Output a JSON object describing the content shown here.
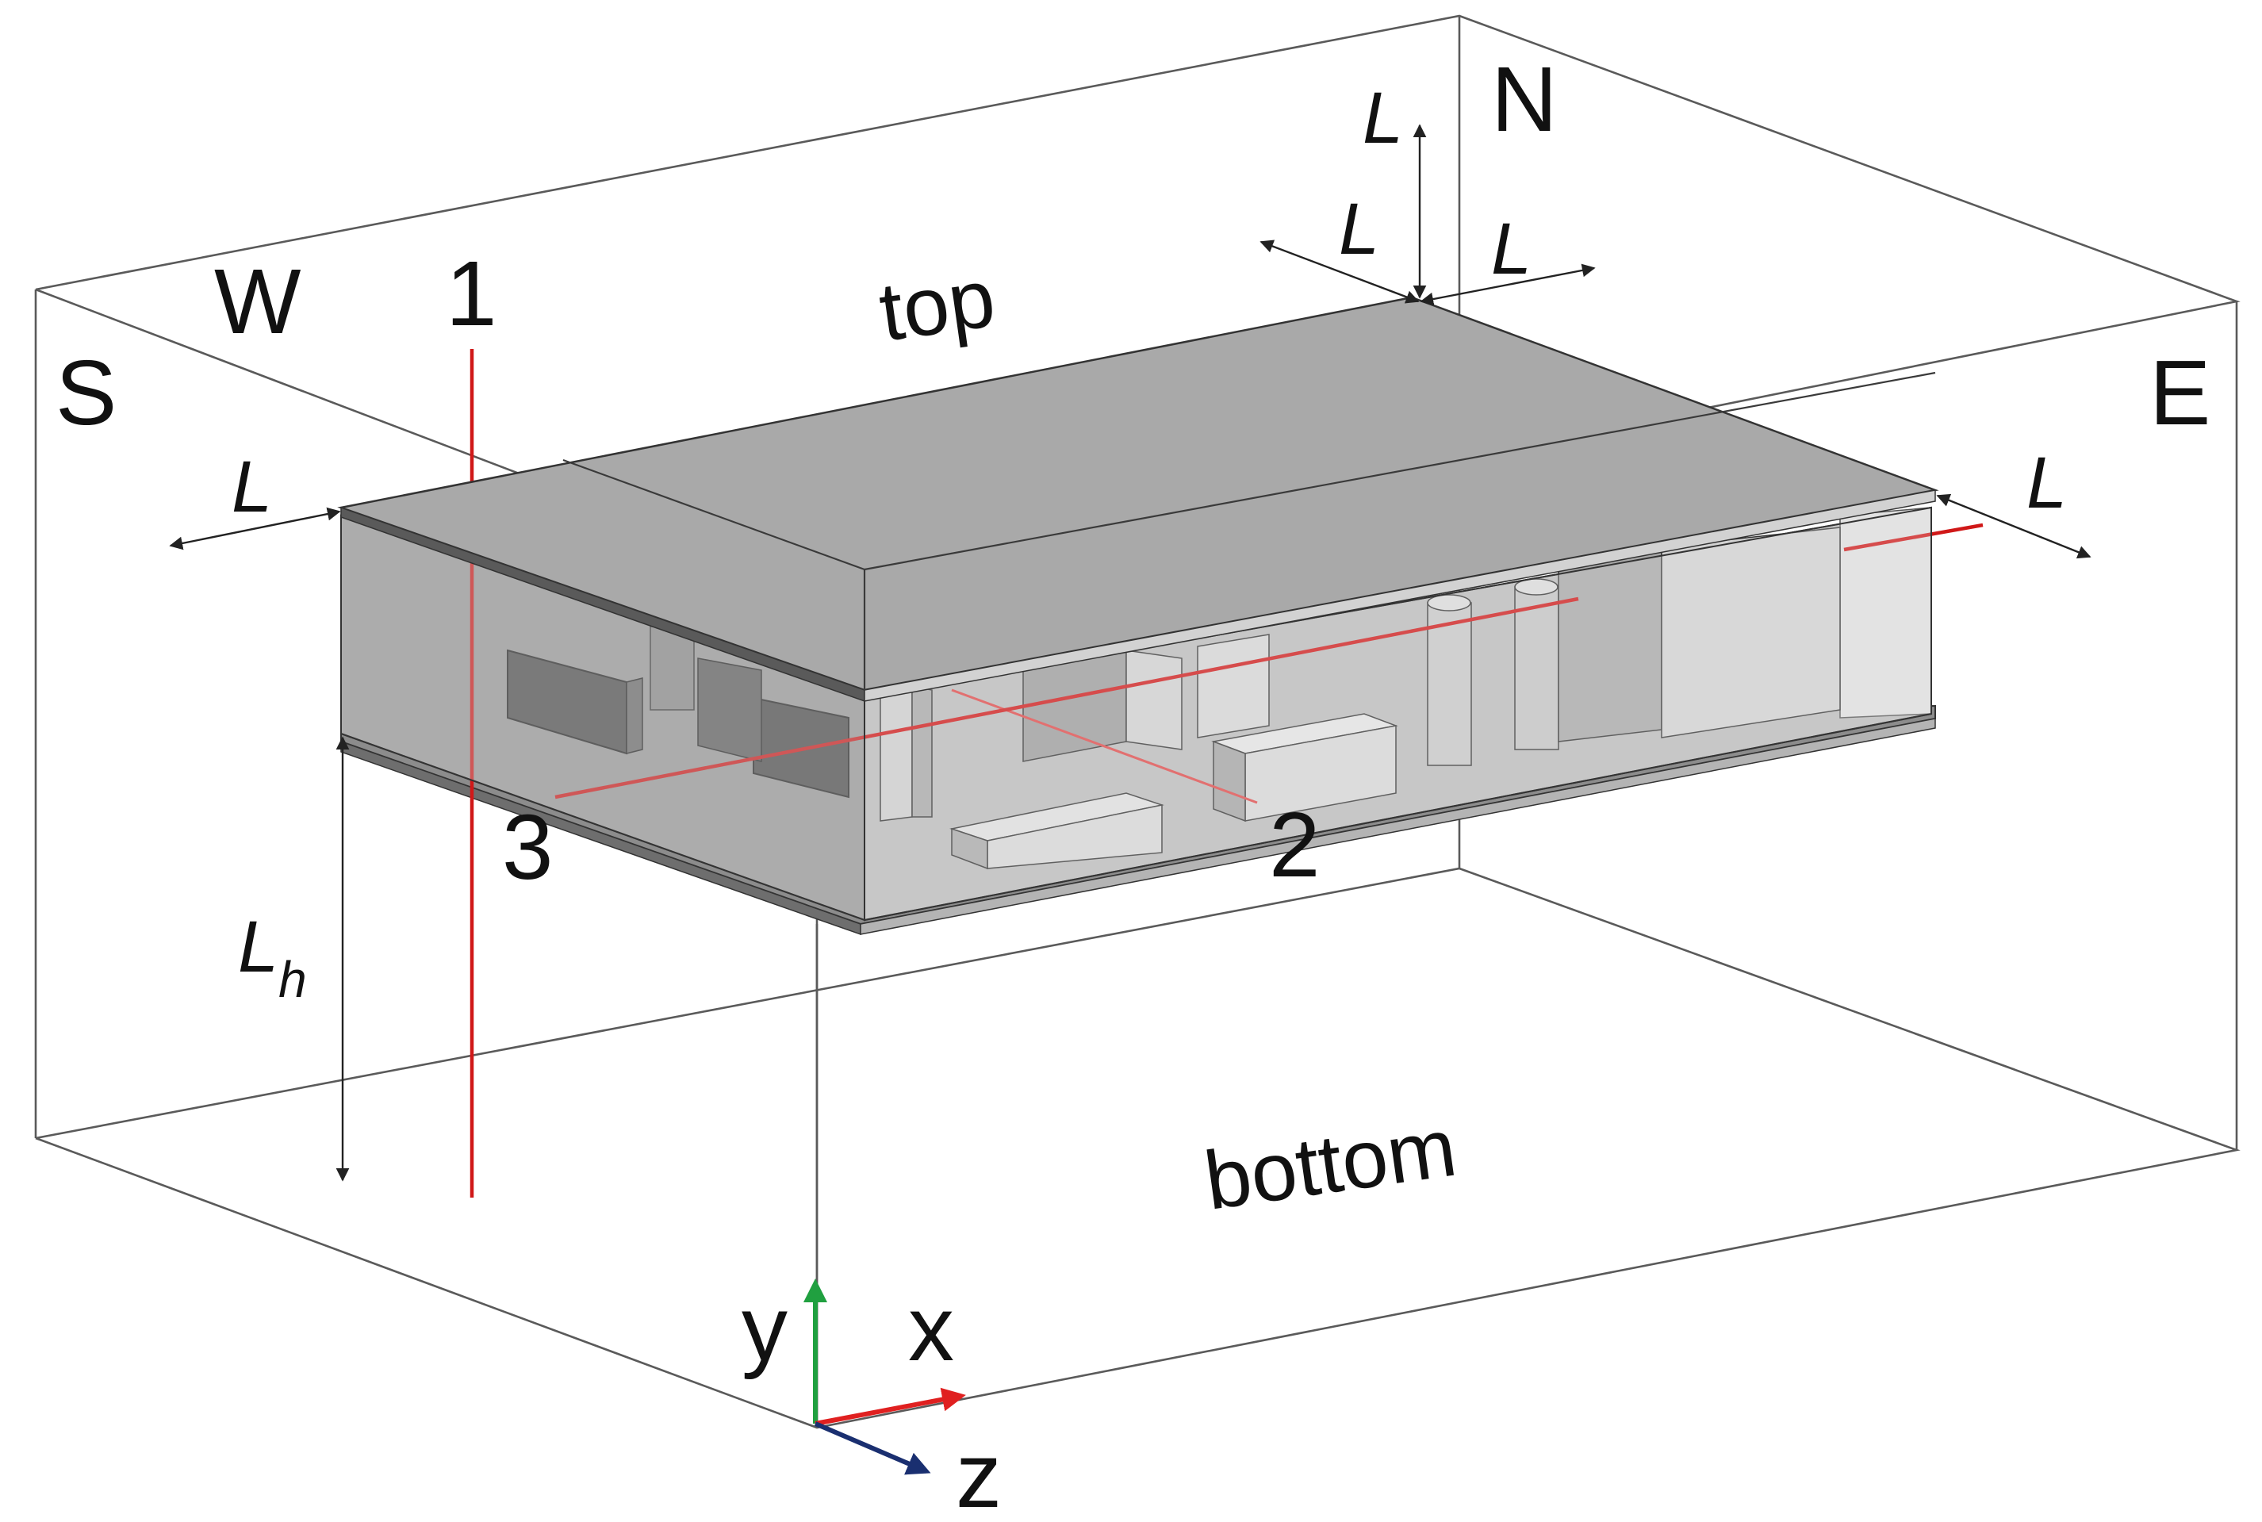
{
  "faces": {
    "south": "S",
    "west": "W",
    "north": "N",
    "east": "E",
    "top": "top",
    "bottom": "bottom"
  },
  "dimension_labels": {
    "west_gap": "L",
    "north_vertical": "L",
    "north_left": "L",
    "north_right": "L",
    "east_gap": "L",
    "height_main": "L",
    "height_sub": "h"
  },
  "probe_lines": {
    "line1": "1",
    "line2": "2",
    "line3": "3"
  },
  "axes": {
    "x": "x",
    "y": "y",
    "z": "z",
    "x_color": "#e02020",
    "y_color": "#20a040",
    "z_color": "#1a2f70"
  },
  "colors": {
    "probe_line": "#d01818",
    "enclosure_top": "#a9a9a9",
    "enclosure_inner": "#c4c4c4",
    "components": "#d6d6d6",
    "dark_components": "#4d4d4d"
  }
}
